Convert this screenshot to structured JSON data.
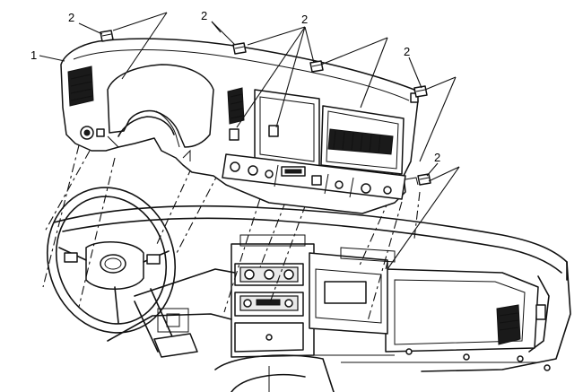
{
  "callouts": [
    {
      "id": "c1",
      "text": "1"
    },
    {
      "id": "c2a",
      "text": "2"
    },
    {
      "id": "c2b",
      "text": "2"
    },
    {
      "id": "c2c",
      "text": "2"
    },
    {
      "id": "c2d",
      "text": "2"
    },
    {
      "id": "c2e",
      "text": "2"
    }
  ]
}
